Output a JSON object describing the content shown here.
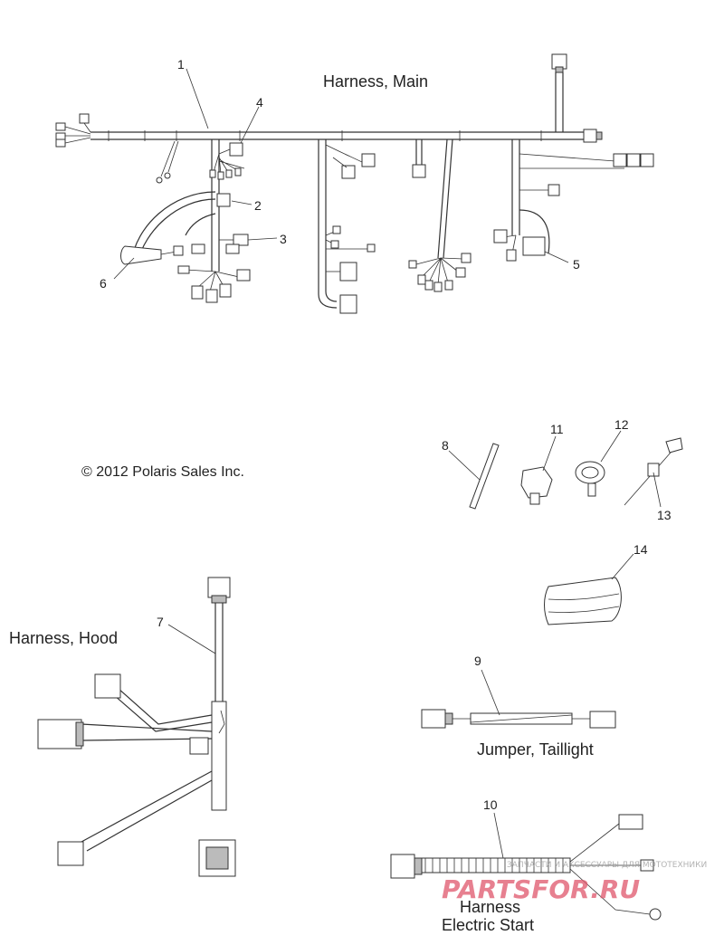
{
  "titles": {
    "main": "Harness, Main",
    "hood": "Harness, Hood",
    "taillight": "Jumper, Taillight",
    "estart_1": "Harness",
    "estart_2": "Electric Start"
  },
  "copyright": "© 2012 Polaris Sales Inc.",
  "callouts": {
    "n1": "1",
    "n2": "2",
    "n3": "3",
    "n4": "4",
    "n5": "5",
    "n6": "6",
    "n7": "7",
    "n8": "8",
    "n9": "9",
    "n10": "10",
    "n11": "11",
    "n12": "12",
    "n13": "13",
    "n14": "14"
  },
  "watermark": {
    "logo": "PARTSFOR.RU",
    "tagline": "ЗАПЧАСТИ И АКСЕССУАРЫ ДЛЯ МОТОТЕХНИКИ"
  },
  "colors": {
    "line": "#333333",
    "watermark": "#e0566b"
  }
}
